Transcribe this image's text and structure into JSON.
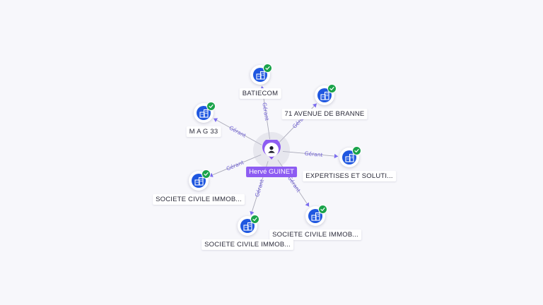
{
  "center": {
    "name": "Hervé GUINET",
    "icon": "person-icon",
    "color": "#8d5cf2"
  },
  "colors": {
    "company": "#1f57e0",
    "verified": "#1aa34a",
    "edge_label": "#6f5fd6"
  },
  "nodes": [
    {
      "label": "BATIECOM",
      "icon": "building-icon",
      "verified": true
    },
    {
      "label": "71 AVENUE DE BRANNE",
      "icon": "building-icon",
      "verified": true
    },
    {
      "label": "M A G 33",
      "icon": "building-icon",
      "verified": true
    },
    {
      "label": "EXPERTISES ET SOLUTI...",
      "icon": "building-icon",
      "verified": true
    },
    {
      "label": "SOCIETE CIVILE IMMOB...",
      "icon": "building-icon",
      "verified": true
    },
    {
      "label": "SOCIETE CIVILE IMMOB...",
      "icon": "building-icon",
      "verified": true
    },
    {
      "label": "SOCIETE CIVILE IMMOB...",
      "icon": "building-icon",
      "verified": true
    }
  ],
  "edges": [
    {
      "label": "Gérant"
    },
    {
      "label": "Gérant"
    },
    {
      "label": "Gérant"
    },
    {
      "label": "Gérant"
    },
    {
      "label": "Gérant"
    },
    {
      "label": "Gérant"
    },
    {
      "label": "Gérant"
    }
  ]
}
